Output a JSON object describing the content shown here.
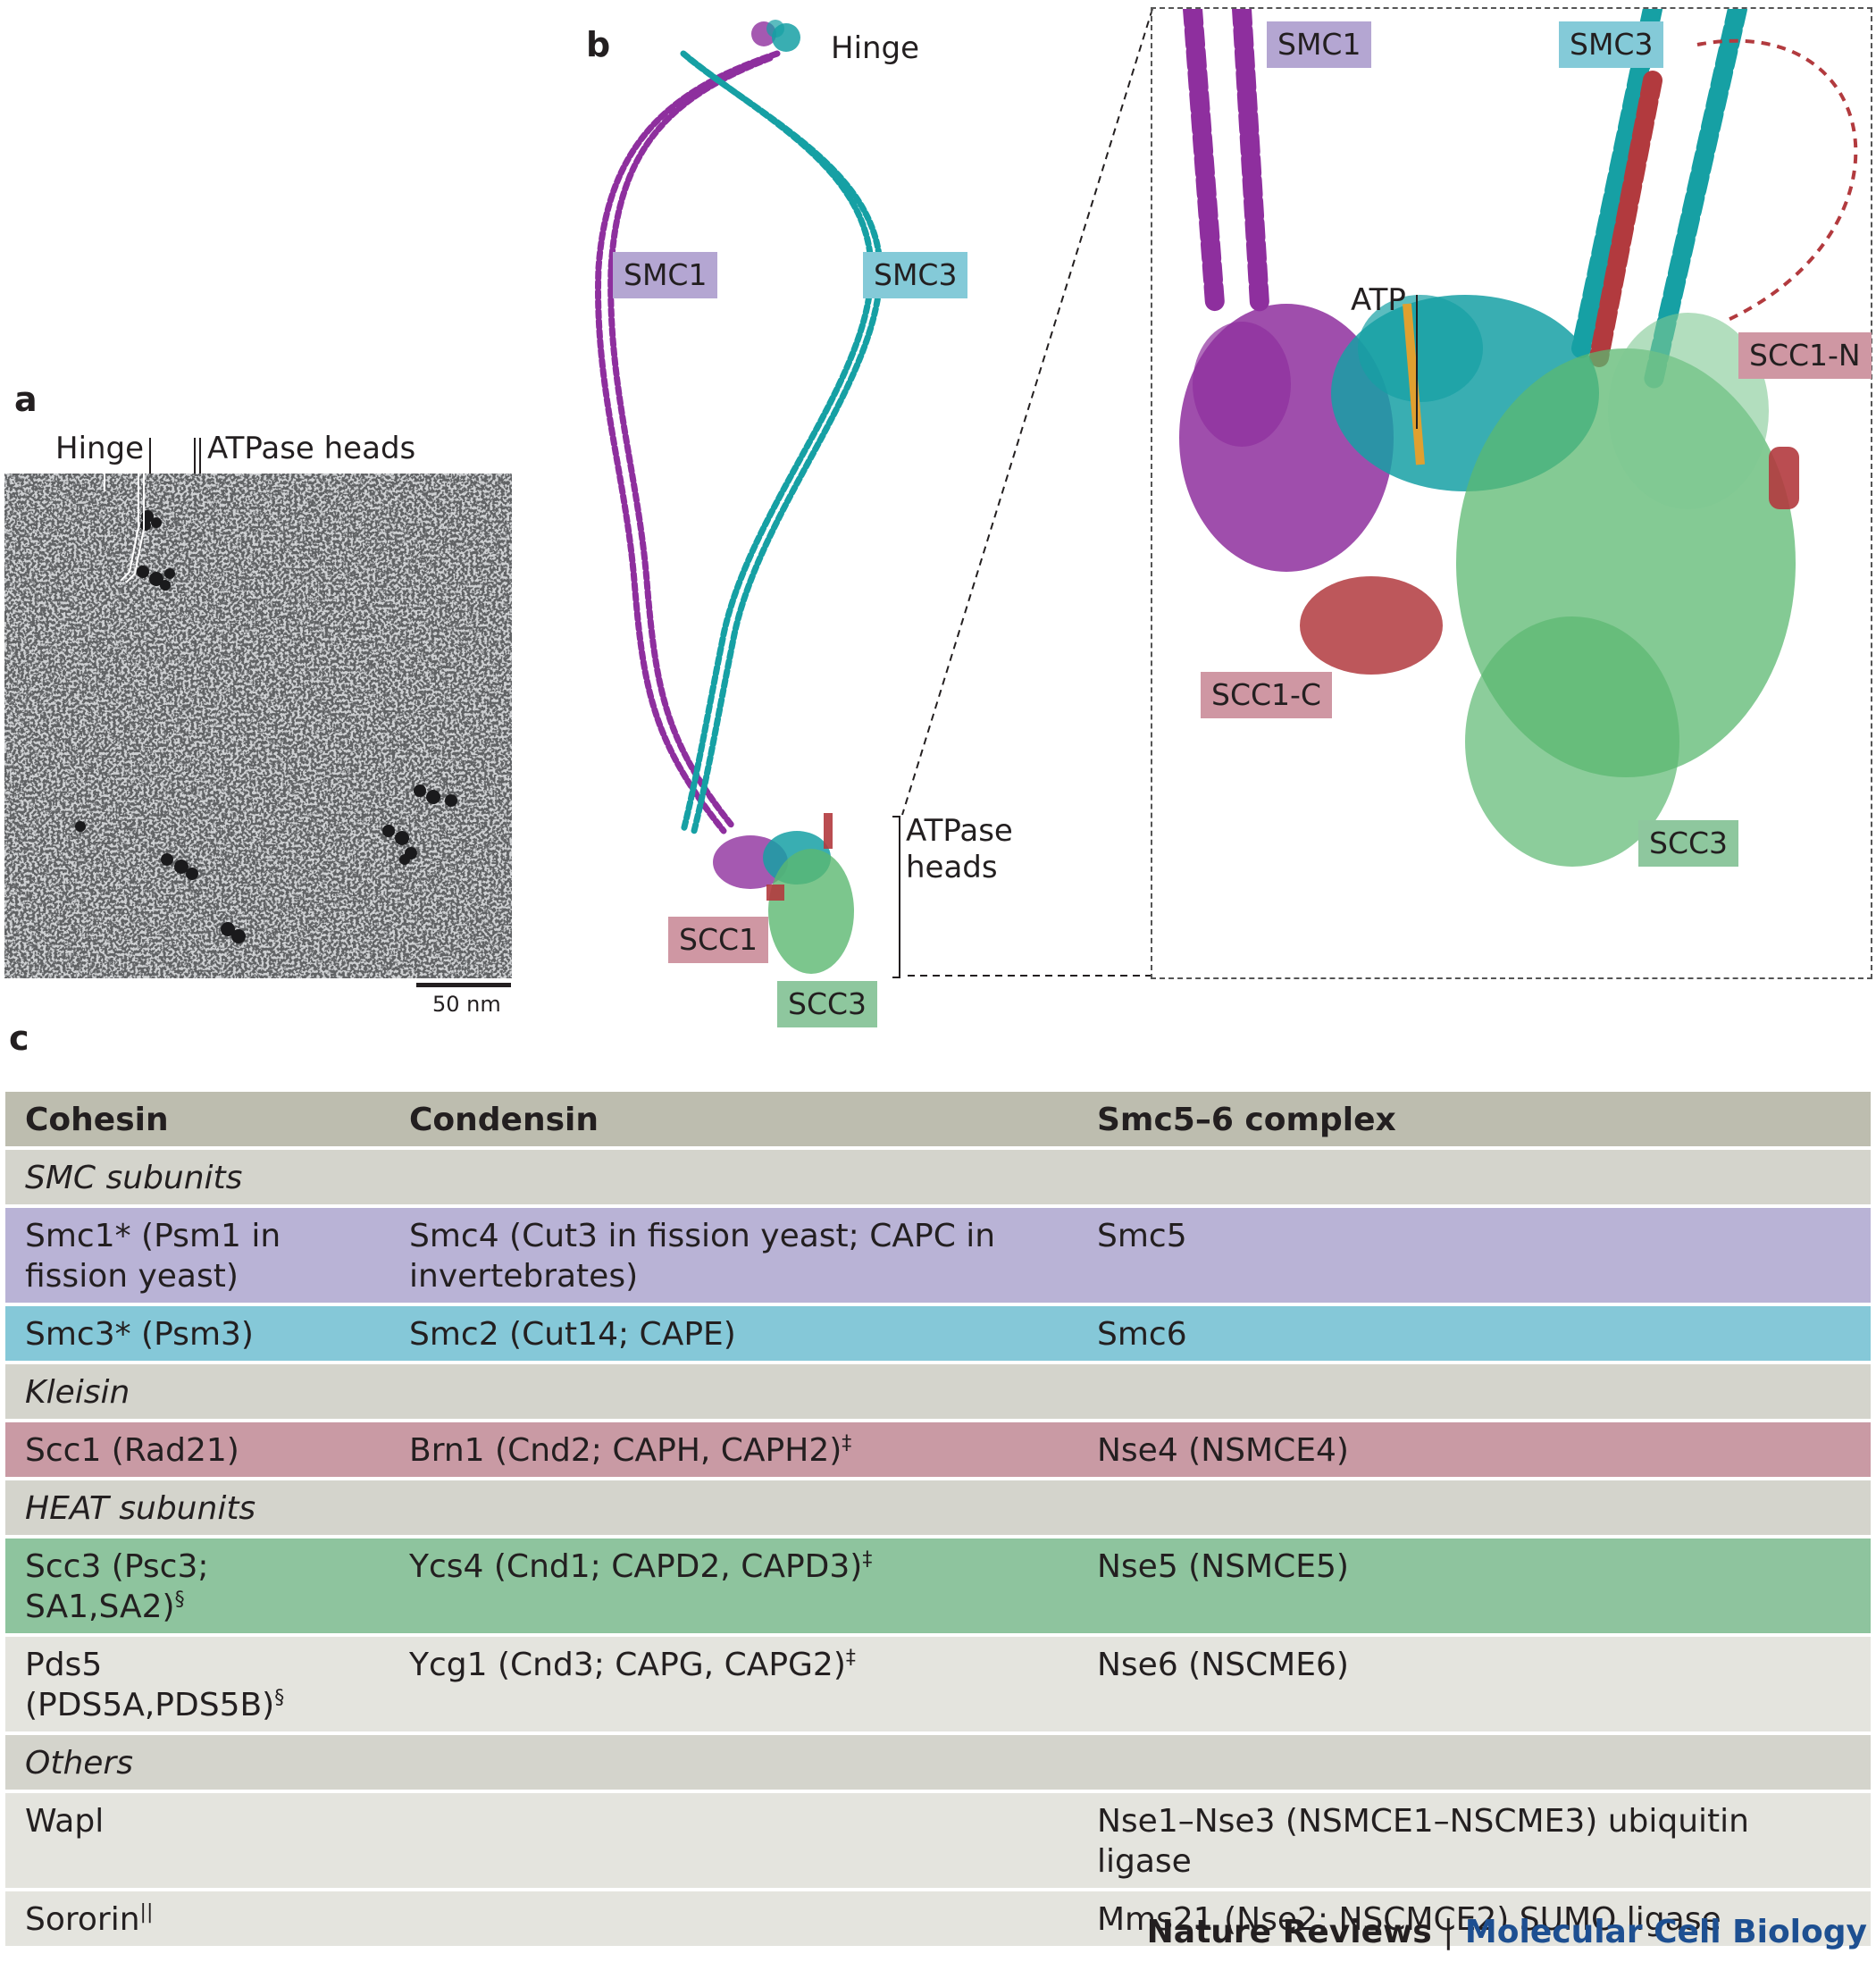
{
  "panel_a": {
    "letter": "a",
    "hinge_label": "Hinge",
    "atpase_label": "ATPase heads",
    "scale_bar": "50 nm"
  },
  "panel_b": {
    "letter": "b",
    "hinge_label": "Hinge",
    "smc1_label": "SMC1",
    "smc3_label": "SMC3",
    "atpase_label_line1": "ATPase",
    "atpase_label_line2": "heads",
    "scc1_label": "SCC1",
    "scc3_label": "SCC3"
  },
  "inset": {
    "smc1_label": "SMC1",
    "smc3_label": "SMC3",
    "atp_label": "ATP",
    "scc1n_label": "SCC1-N",
    "scc1c_label": "SCC1-C",
    "scc3_label": "SCC3"
  },
  "panel_c": {
    "letter": "c",
    "headers": [
      "Cohesin",
      "Condensin",
      "Smc5–6 complex"
    ],
    "sections": {
      "smc": "SMC subunits",
      "kleisin": "Kleisin",
      "heat": "HEAT subunits",
      "others": "Others"
    },
    "rows": {
      "smc1": {
        "cohesin": "Smc1* (Psm1 in fission yeast)",
        "condensin": "Smc4 (Cut3 in fission yeast; CAPC in invertebrates)",
        "smc56": "Smc5"
      },
      "smc3": {
        "cohesin": "Smc3* (Psm3)",
        "condensin": "Smc2 (Cut14; CAPE)",
        "smc56": "Smc6"
      },
      "kleisin": {
        "cohesin": "Scc1 (Rad21)",
        "condensin": "Brn1 (Cnd2; CAPH, CAPH2)",
        "condensin_mark": "‡",
        "smc56": "Nse4 (NSMCE4)"
      },
      "heat1": {
        "cohesin": "Scc3 (Psc3; SA1,SA2)",
        "cohesin_mark": "§",
        "condensin": "Ycs4 (Cnd1; CAPD2, CAPD3)",
        "condensin_mark": "‡",
        "smc56": "Nse5 (NSMCE5)"
      },
      "heat2": {
        "cohesin": "Pds5 (PDS5A,PDS5B)",
        "cohesin_mark": "§",
        "condensin": "Ycg1 (Cnd3; CAPG, CAPG2)",
        "condensin_mark": "‡",
        "smc56": "Nse6 (NSCME6)"
      },
      "other1": {
        "cohesin": "Wapl",
        "condensin": "",
        "smc56": "Nse1–Nse3 (NSMCE1–NSCME3) ubiquitin ligase"
      },
      "other2": {
        "cohesin": "Sororin",
        "cohesin_mark": "||",
        "condensin": "",
        "smc56": "Mms21 (Nse2; NSCMCE2) SUMO ligase"
      }
    }
  },
  "footer": {
    "journal": "Nature Reviews",
    "separator": "|",
    "subjournal": "Molecular Cell Biology"
  },
  "colors": {
    "smc1": "#8e2f9e",
    "smc3": "#16a0a4",
    "scc1": "#b23a3e",
    "scc3": "#5bb870",
    "atp": "#e0a030"
  }
}
